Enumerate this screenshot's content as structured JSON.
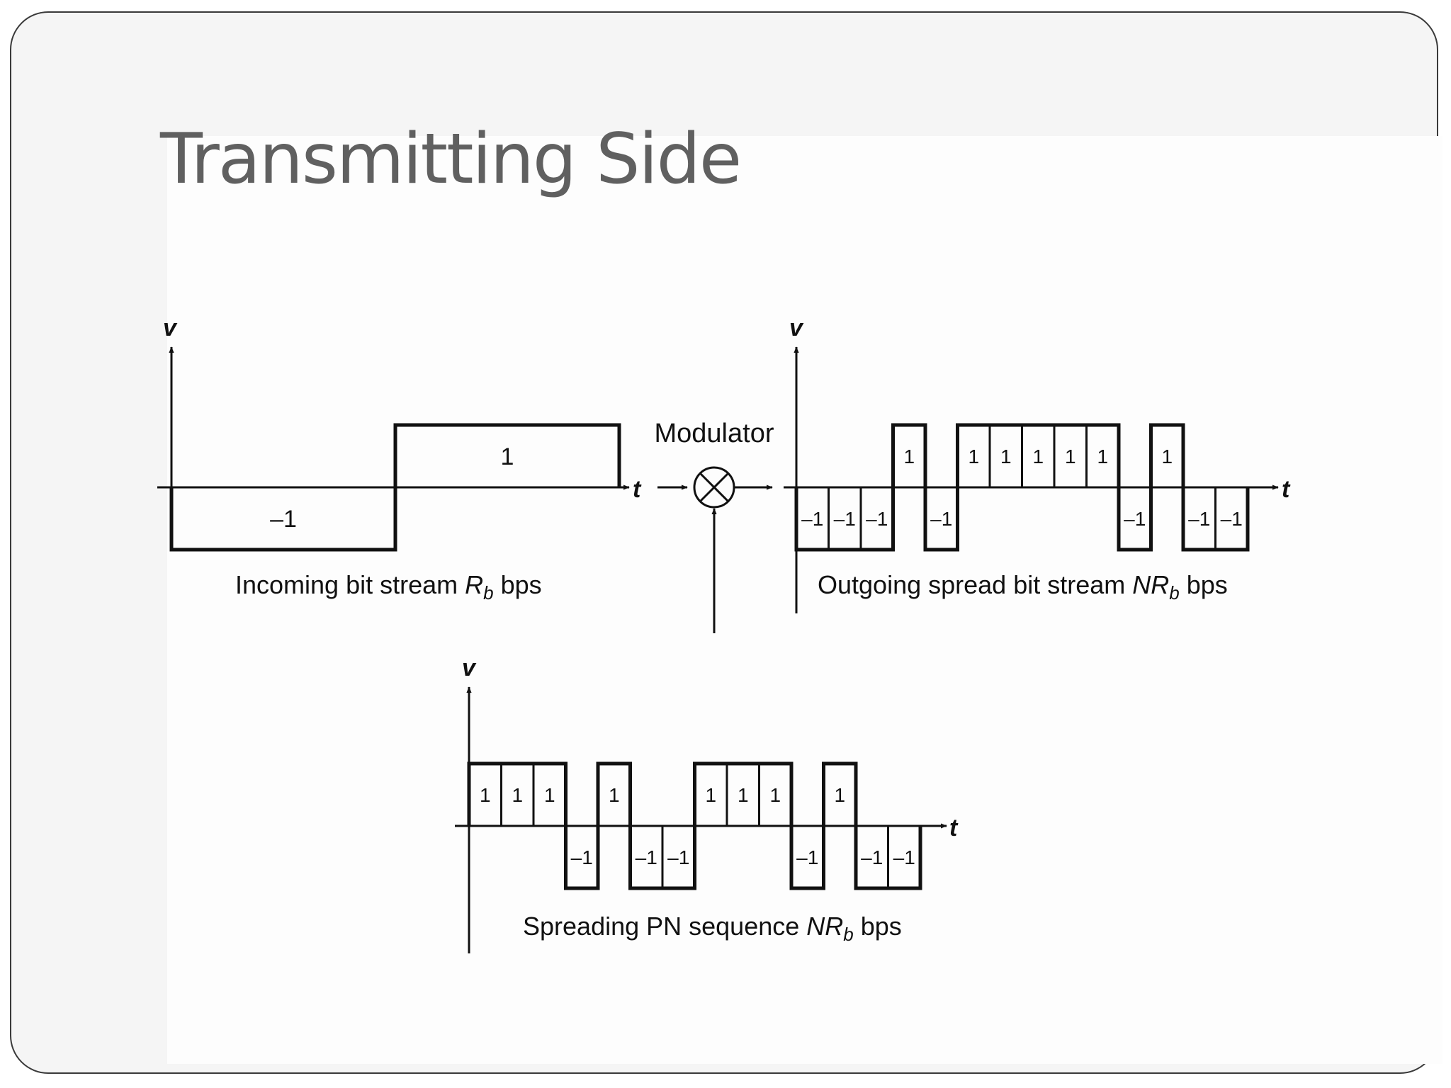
{
  "slide": {
    "title": "Transmitting Side"
  },
  "diagram": {
    "modulator_label": "Modulator",
    "axis_v": "v",
    "axis_t": "t",
    "incoming": {
      "caption_main": "Incoming bit stream ",
      "caption_var": "R",
      "caption_sub": "b",
      "caption_unit": " bps",
      "bits": [
        "-1",
        "1"
      ],
      "bit_labels": [
        "–1",
        "1"
      ]
    },
    "outgoing": {
      "caption_main": "Outgoing spread bit stream ",
      "caption_var": "NR",
      "caption_sub": "b",
      "caption_unit": " bps",
      "chips": [
        "-1",
        "-1",
        "-1",
        "1",
        "-1",
        "1",
        "1",
        "1",
        "1",
        "1",
        "-1",
        "1",
        "-1",
        "-1"
      ],
      "chip_labels": [
        "–1",
        "–1",
        "–1",
        "1",
        "–1",
        "1",
        "1",
        "1",
        "1",
        "1",
        "–1",
        "1",
        "–1",
        "–1"
      ]
    },
    "pn": {
      "caption_main": "Spreading PN sequence ",
      "caption_var": "NR",
      "caption_sub": "b",
      "caption_unit": " bps",
      "chips": [
        "1",
        "1",
        "1",
        "-1",
        "1",
        "-1",
        "-1",
        "1",
        "1",
        "1",
        "-1",
        "1",
        "-1",
        "-1"
      ],
      "chip_labels": [
        "1",
        "1",
        "1",
        "–1",
        "1",
        "–1",
        "–1",
        "1",
        "1",
        "1",
        "–1",
        "1",
        "–1",
        "–1"
      ]
    }
  }
}
